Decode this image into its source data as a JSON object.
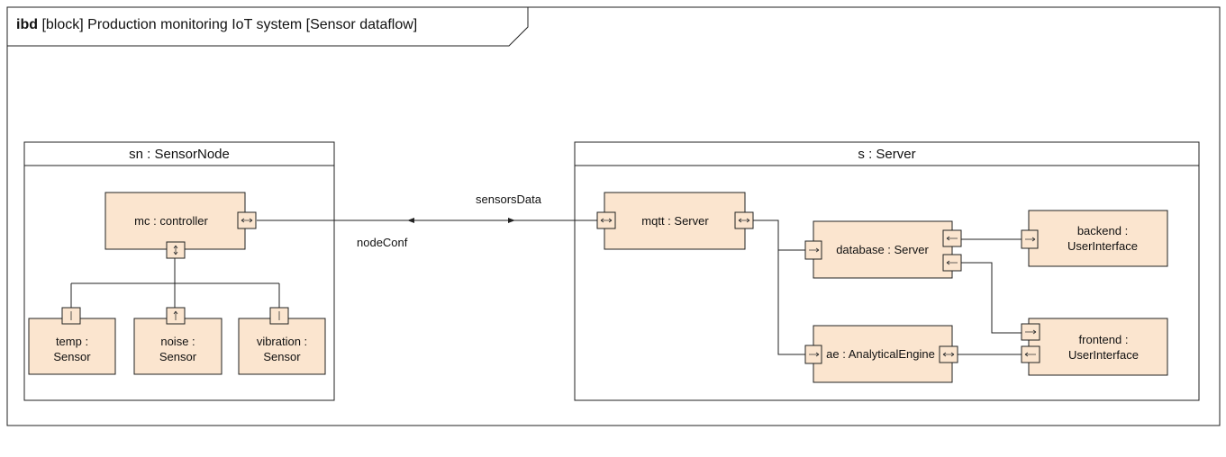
{
  "diagram": {
    "frame": {
      "kind": "ibd",
      "title": "[block] Production monitoring IoT system [Sensor dataflow]"
    },
    "colors": {
      "part_fill": "#fbe5cf",
      "line": "#222222"
    },
    "blocks": {
      "sensor_node": "sn : SensorNode",
      "server": "s : Server"
    },
    "parts": {
      "controller": "mc : controller",
      "temp": [
        "temp :",
        "Sensor"
      ],
      "noise": [
        "noise :",
        "Sensor"
      ],
      "vibration": [
        "vibration :",
        "Sensor"
      ],
      "mqtt": "mqtt : Server",
      "database": "database : Server",
      "ae": "ae : AnalyticalEngine",
      "backend": [
        "backend :",
        "UserInterface"
      ],
      "frontend": [
        "frontend :",
        "UserInterface"
      ]
    },
    "flows": {
      "sensors_data": "sensorsData",
      "node_conf": "nodeConf"
    }
  }
}
